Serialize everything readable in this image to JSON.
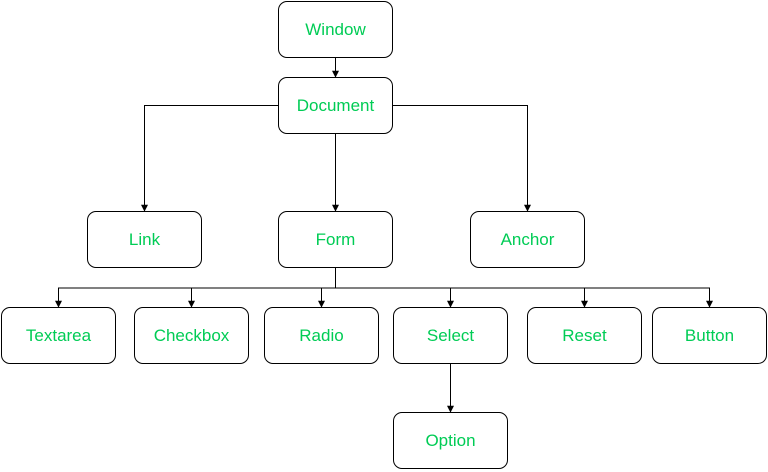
{
  "colors": {
    "label": "#00cc55",
    "line": "#000000"
  },
  "nodes": {
    "window": "Window",
    "document": "Document",
    "link": "Link",
    "form": "Form",
    "anchor": "Anchor",
    "textarea": "Textarea",
    "checkbox": "Checkbox",
    "radio": "Radio",
    "select": "Select",
    "reset": "Reset",
    "button": "Button",
    "option": "Option"
  },
  "edges": [
    [
      "window",
      "document"
    ],
    [
      "document",
      "link"
    ],
    [
      "document",
      "form"
    ],
    [
      "document",
      "anchor"
    ],
    [
      "form",
      "textarea"
    ],
    [
      "form",
      "checkbox"
    ],
    [
      "form",
      "radio"
    ],
    [
      "form",
      "select"
    ],
    [
      "form",
      "reset"
    ],
    [
      "form",
      "button"
    ],
    [
      "select",
      "option"
    ]
  ]
}
